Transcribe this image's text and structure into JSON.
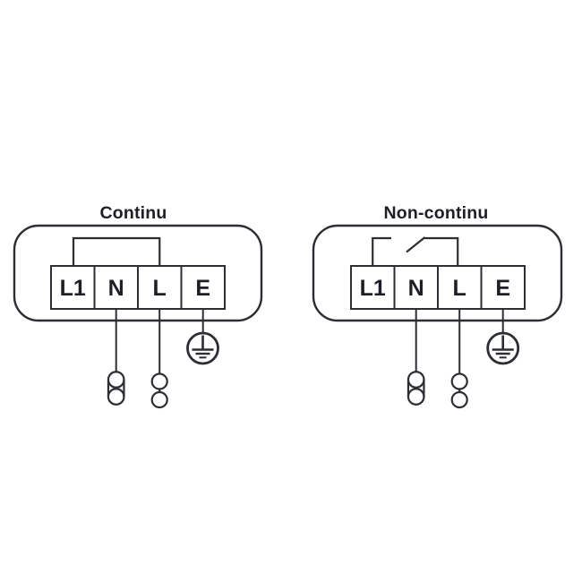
{
  "page": {
    "background": "#ffffff",
    "line_color": "#2d2d33",
    "text_color": "#1e1e26"
  },
  "diagrams": [
    {
      "title": "Continu",
      "bridge_state": "closed",
      "terminals": [
        "L1",
        "N",
        "L",
        "E"
      ],
      "earth_symbol": "protective-earth-icon"
    },
    {
      "title": "Non-continu",
      "bridge_state": "open-switch",
      "terminals": [
        "L1",
        "N",
        "L",
        "E"
      ],
      "earth_symbol": "protective-earth-icon"
    }
  ]
}
